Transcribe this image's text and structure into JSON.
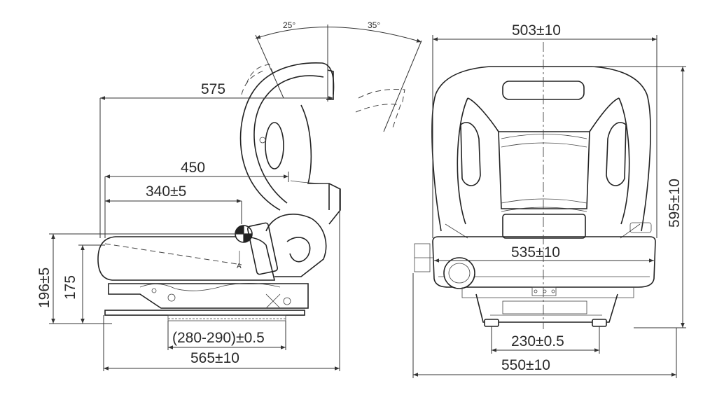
{
  "side_view": {
    "angle_back": "25°",
    "angle_forward": "35°",
    "depth_total": "575",
    "depth_seat": "450",
    "depth_hrp": "340±5",
    "height_seat": "196±5",
    "height_rail": "175",
    "slide_travel": "(280-290)±0.5",
    "base_length": "565±10"
  },
  "front_view": {
    "width_back": "503±10",
    "height_back": "595±10",
    "width_cushion": "535±10",
    "width_mount": "230±0.5",
    "width_total": "550±10"
  }
}
